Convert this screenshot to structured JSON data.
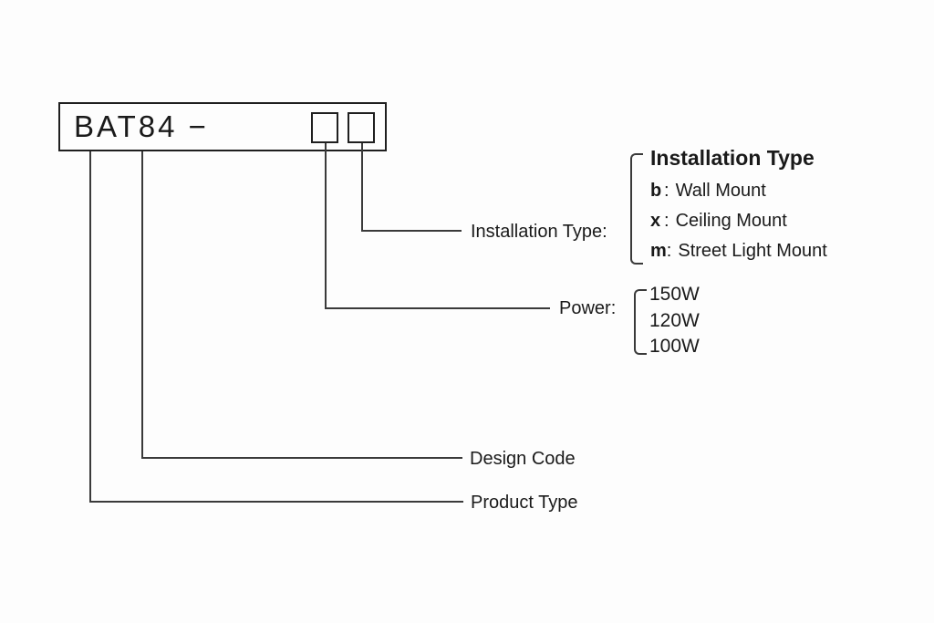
{
  "model_box": {
    "code": "BAT84 −"
  },
  "callouts": {
    "installation_type": "Installation Type:",
    "power": "Power:",
    "design_code": "Design Code",
    "product_type": "Product Type"
  },
  "installation_legend": {
    "title": "Installation Type",
    "separator": ":",
    "options": [
      {
        "code": "b",
        "label": "Wall Mount"
      },
      {
        "code": "x",
        "label": "Ceiling Mount"
      },
      {
        "code": "m",
        "label": "Street Light Mount"
      }
    ]
  },
  "power_legend": {
    "values": [
      "150W",
      "120W",
      "100W"
    ]
  },
  "colors": {
    "line": "#3a3a3a",
    "border": "#1f1f1f",
    "text": "#1a1a1a",
    "background": "#fdfdfd"
  }
}
